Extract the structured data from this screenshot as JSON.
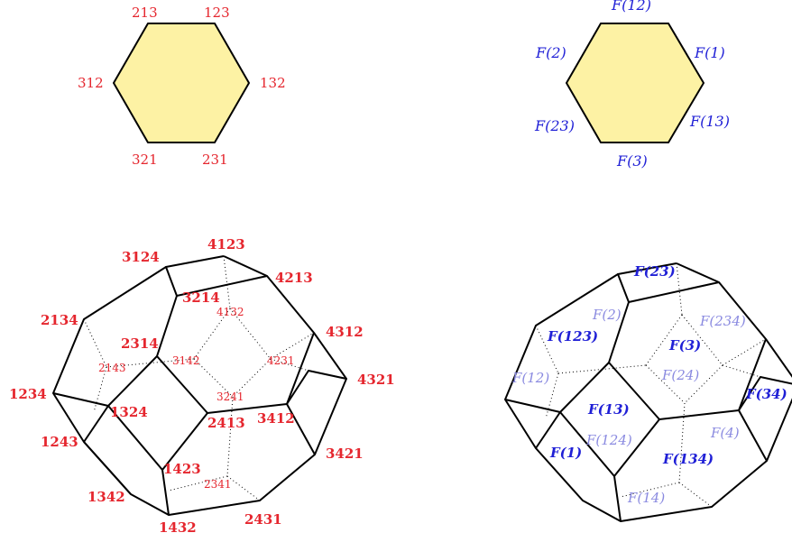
{
  "colors": {
    "vertex_label": "#e5262e",
    "face_label": "#1f1fd6",
    "face_label_hidden": "#8a8ae0",
    "hexagon_fill": "#fdf2a4",
    "edge": "#000000"
  },
  "hexagon_vertices": {
    "top_left": "213",
    "top_right": "123",
    "left": "312",
    "right": "132",
    "bottom_left": "321",
    "bottom_right": "231"
  },
  "hexagon_faces": {
    "top": "F(12)",
    "upper_left": "F(2)",
    "upper_right": "F(1)",
    "lower_left": "F(23)",
    "lower_right": "F(13)",
    "bottom": "F(3)"
  },
  "permutahedron_vertices": {
    "front": [
      "4123",
      "3124",
      "4213",
      "3214",
      "2134",
      "2314",
      "4312",
      "4321",
      "1234",
      "1324",
      "2413",
      "3412",
      "1243",
      "3421",
      "1423",
      "1342",
      "1432",
      "2431"
    ],
    "hidden": [
      "4132",
      "2143",
      "3142",
      "4231",
      "3241",
      "2341"
    ]
  },
  "permutahedron_faces": {
    "front": [
      "F(23)",
      "F(123)",
      "F(3)",
      "F(13)",
      "F(34)",
      "F(1)",
      "F(134)"
    ],
    "hidden": [
      "F(2)",
      "F(234)",
      "F(12)",
      "F(24)",
      "F(4)",
      "F(124)",
      "F(14)"
    ]
  }
}
